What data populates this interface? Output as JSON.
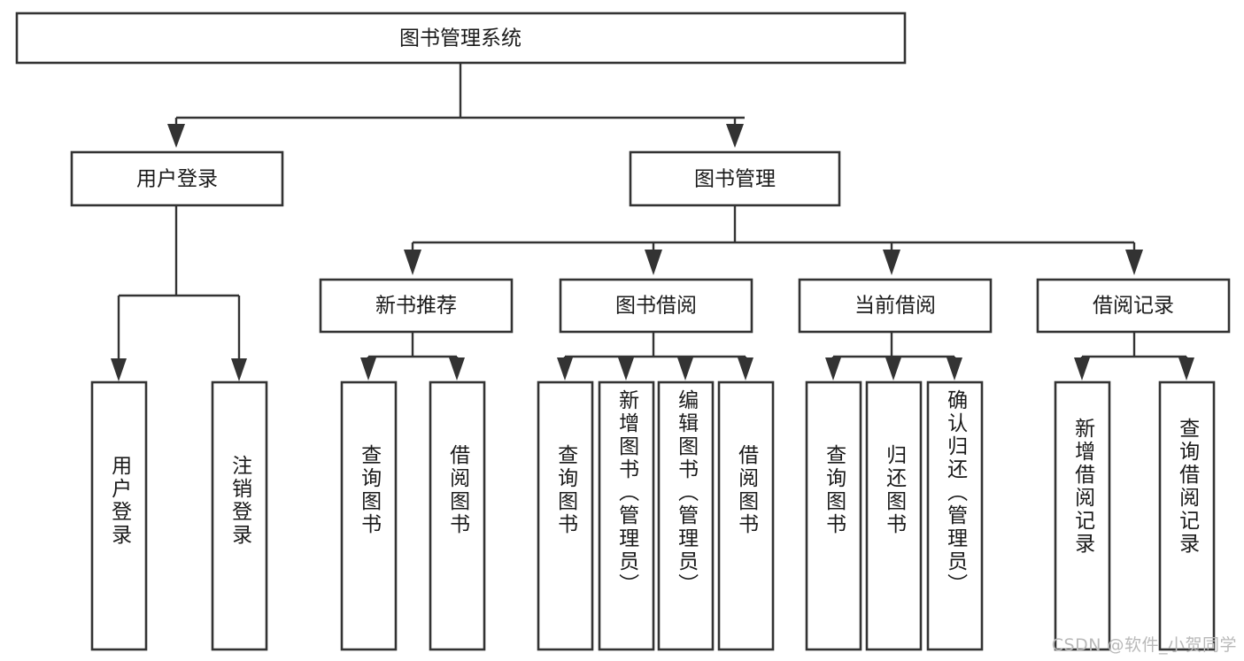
{
  "diagram": {
    "type": "tree",
    "title": "图书管理系统",
    "watermark": "CSDN @软件_小贺同学",
    "colors": {
      "stroke": "#333333",
      "box_fill": "#ffffff",
      "text": "#1a1a1a",
      "background": "#ffffff",
      "watermark": "#b9b9b9"
    },
    "root": {
      "id": "root",
      "label": "图书管理系统",
      "orientation": "horizontal"
    },
    "level2": [
      {
        "id": "user-login",
        "label": "用户登录",
        "orientation": "horizontal"
      },
      {
        "id": "book-manage",
        "label": "图书管理",
        "orientation": "horizontal"
      }
    ],
    "level3": [
      {
        "id": "new-book-recommend",
        "label": "新书推荐",
        "orientation": "horizontal",
        "parent": "book-manage"
      },
      {
        "id": "book-borrow",
        "label": "图书借阅",
        "orientation": "horizontal",
        "parent": "book-manage"
      },
      {
        "id": "current-borrow",
        "label": "当前借阅",
        "orientation": "horizontal",
        "parent": "book-manage"
      },
      {
        "id": "borrow-record",
        "label": "借阅记录",
        "orientation": "horizontal",
        "parent": "book-manage"
      }
    ],
    "leaves": [
      {
        "id": "leaf-user-login",
        "label": "用户登录",
        "orientation": "vertical",
        "parent": "user-login"
      },
      {
        "id": "leaf-logout",
        "label": "注销登录",
        "orientation": "vertical",
        "parent": "user-login"
      },
      {
        "id": "leaf-query-book-1",
        "label": "查询图书",
        "orientation": "vertical",
        "parent": "new-book-recommend"
      },
      {
        "id": "leaf-borrow-book-1",
        "label": "借阅图书",
        "orientation": "vertical",
        "parent": "new-book-recommend"
      },
      {
        "id": "leaf-query-book-2",
        "label": "查询图书",
        "orientation": "vertical",
        "parent": "book-borrow"
      },
      {
        "id": "leaf-add-book",
        "label": "新增图书（管理员）",
        "orientation": "vertical",
        "parent": "book-borrow"
      },
      {
        "id": "leaf-edit-book",
        "label": "编辑图书（管理员）",
        "orientation": "vertical",
        "parent": "book-borrow"
      },
      {
        "id": "leaf-borrow-book-2",
        "label": "借阅图书",
        "orientation": "vertical",
        "parent": "book-borrow"
      },
      {
        "id": "leaf-query-book-3",
        "label": "查询图书",
        "orientation": "vertical",
        "parent": "current-borrow"
      },
      {
        "id": "leaf-return-book",
        "label": "归还图书",
        "orientation": "vertical",
        "parent": "current-borrow"
      },
      {
        "id": "leaf-confirm-return",
        "label": "确认归还（管理员）",
        "orientation": "vertical",
        "parent": "current-borrow"
      },
      {
        "id": "leaf-add-record",
        "label": "新增借阅记录",
        "orientation": "vertical",
        "parent": "borrow-record"
      },
      {
        "id": "leaf-query-record",
        "label": "查询借阅记录",
        "orientation": "vertical",
        "parent": "borrow-record"
      }
    ]
  }
}
